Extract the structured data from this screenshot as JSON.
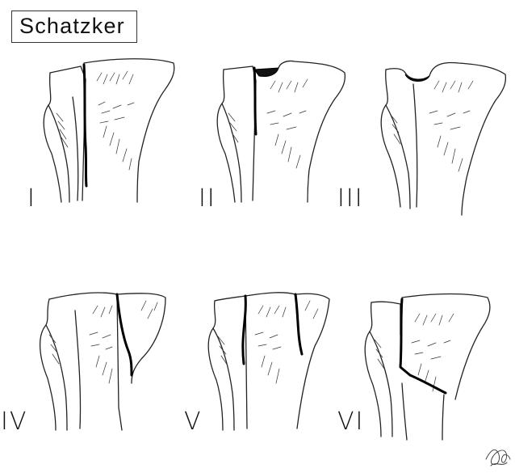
{
  "title": "Schatzker",
  "types": [
    {
      "label": "I"
    },
    {
      "label": "II"
    },
    {
      "label": "III"
    },
    {
      "label": "IV"
    },
    {
      "label": "V"
    },
    {
      "label": "VI"
    }
  ],
  "colors": {
    "ink": "#111111",
    "background": "#ffffff"
  }
}
